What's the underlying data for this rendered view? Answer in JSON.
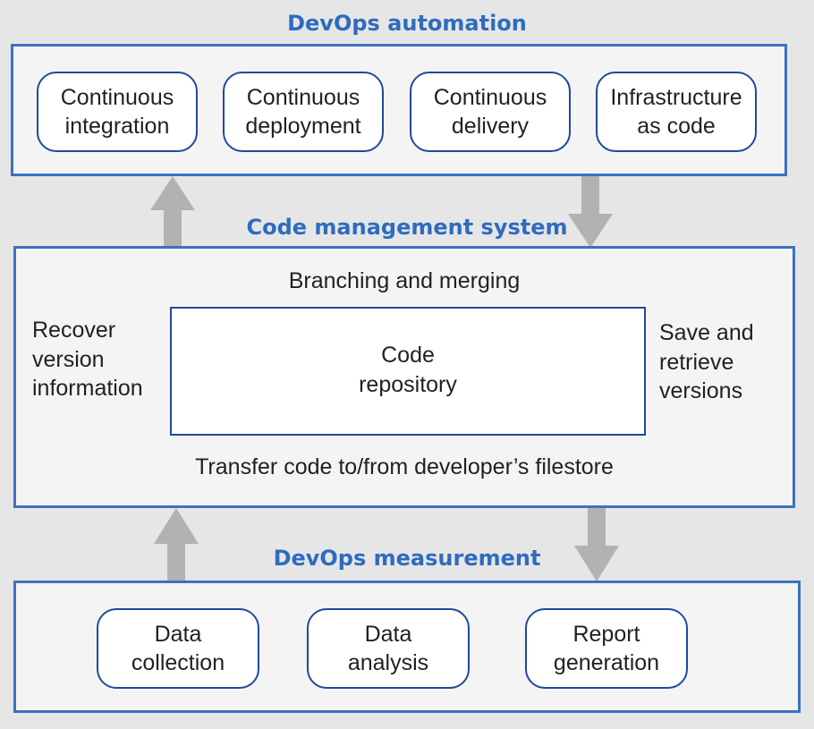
{
  "automation": {
    "heading": "DevOps automation",
    "items": [
      "Continuous\nintegration",
      "Continuous\ndeployment",
      "Continuous\ndelivery",
      "Infrastructure\nas code"
    ]
  },
  "code_management": {
    "heading": "Code management system",
    "top_label": "Branching and merging",
    "left_label": "Recover\nversion\ninformation",
    "right_label": "Save and\nretrieve\nversions",
    "center_label": "Code\nrepository",
    "bottom_label": "Transfer code to/from developer’s filestore"
  },
  "measurement": {
    "heading": "DevOps measurement",
    "items": [
      "Data\ncollection",
      "Data\nanalysis",
      "Report\ngeneration"
    ]
  },
  "colors": {
    "heading": "#2f6bbf",
    "border": "#3b72c2",
    "arrow": "#b2b2b2",
    "background": "#e6e6e6"
  }
}
